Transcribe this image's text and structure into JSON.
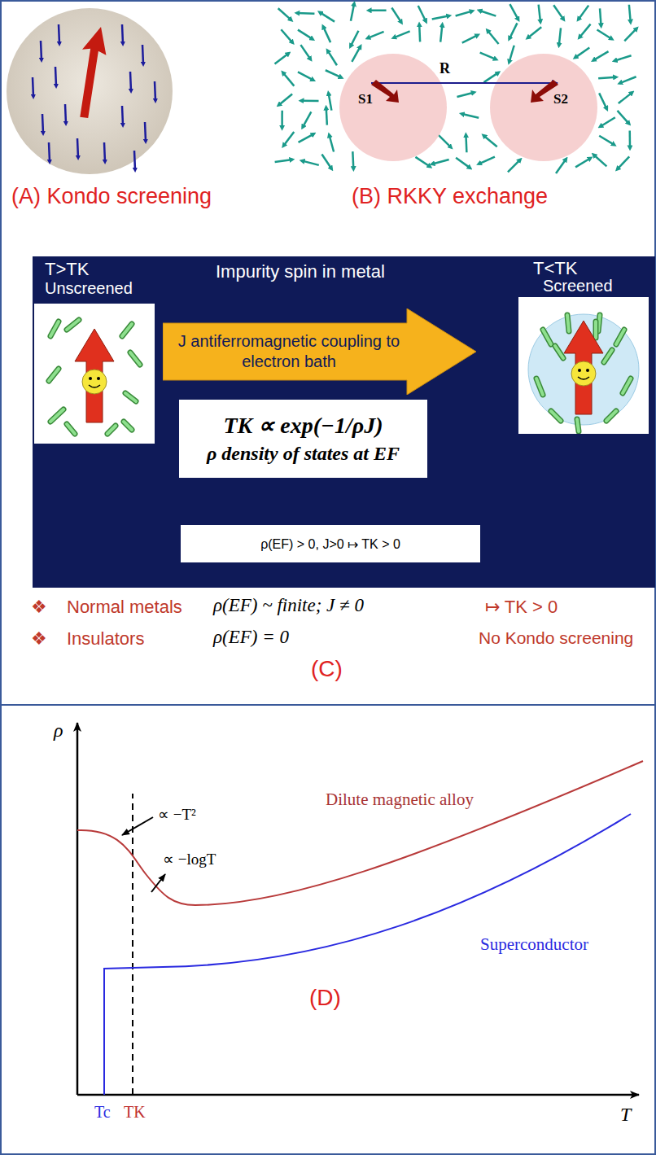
{
  "diagram": {
    "nodes": [
      {
        "text": [
          "Impurity spin in metal"
        ]
      },
      {
        "text": [
          "T>TK",
          "Unscreened"
        ],
        "in": 0
      },
      {
        "text": [
          "J antiferromagnetic coupling to electron bath"
        ],
        "in": 0
      },
      {
        "text": [
          "T<TK",
          "Screened"
        ],
        "in": 0
      },
      {
        "text": [
          "TK ∝ exp(−1/ρJ)",
          "ρ density of states at EF"
        ],
        "in": 0
      },
      {
        "text": [
          "ρ(EF) > 0, J>0 ↦ TK > 0"
        ],
        "in": 0
      }
    ],
    "labels": [
      "(A) Kondo screening",
      "(B) RKKY exchange",
      "S1",
      "S2",
      "R",
      "❖",
      "Normal metals",
      "ρ(EF) ~ finite; J ≠ 0",
      "↦ TK > 0",
      "❖",
      "Insulators",
      "ρ(EF) = 0",
      "No Kondo screening",
      "(C)",
      "ρ",
      "T",
      "Dilute magnetic alloy",
      "Superconductor",
      "∝ −T²",
      "∝ −logT",
      "Tc",
      "TK",
      "(D)"
    ]
  }
}
